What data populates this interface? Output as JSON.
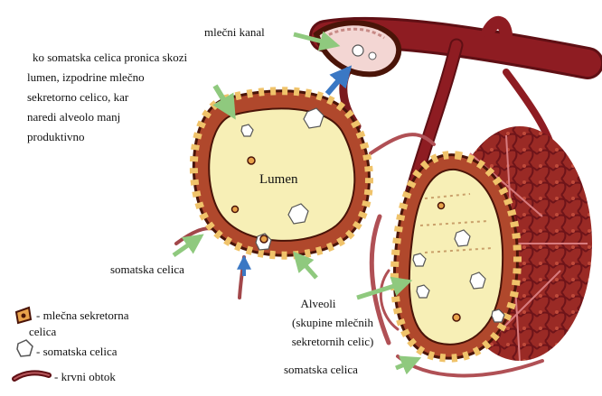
{
  "labels": {
    "milk_duct": "mlečni kanal",
    "note_lines": [
      "ko somatska celica pronica skozi",
      "lumen, izpodrine mlečno",
      "sekretorno celico, kar",
      "naredi alveolo manj",
      "produktivno"
    ],
    "lumen": "Lumen",
    "somatic_left": "somatska celica",
    "alveoli_lines": [
      "Alveoli",
      "(skupine mlečnih",
      "sekretornih celic)"
    ],
    "somatic_bottom": "somatska celica"
  },
  "legend": {
    "items": [
      {
        "icon": "secretory-cell-icon",
        "lines": [
          "- mlečna sekretorna",
          "celica"
        ]
      },
      {
        "icon": "somatic-cell-icon",
        "lines": [
          "- somatska celica"
        ]
      },
      {
        "icon": "blood-vessel-icon",
        "lines": [
          "- krvni obtok"
        ]
      }
    ]
  },
  "colors": {
    "vessel": "#8e1c22",
    "vessel_dark": "#5f0f14",
    "cell_wall": "#b0482c",
    "cell_dark": "#4a1408",
    "lumen": "#f7efb6",
    "arrow_green": "#8fc97e",
    "arrow_blue": "#3b78c4"
  }
}
